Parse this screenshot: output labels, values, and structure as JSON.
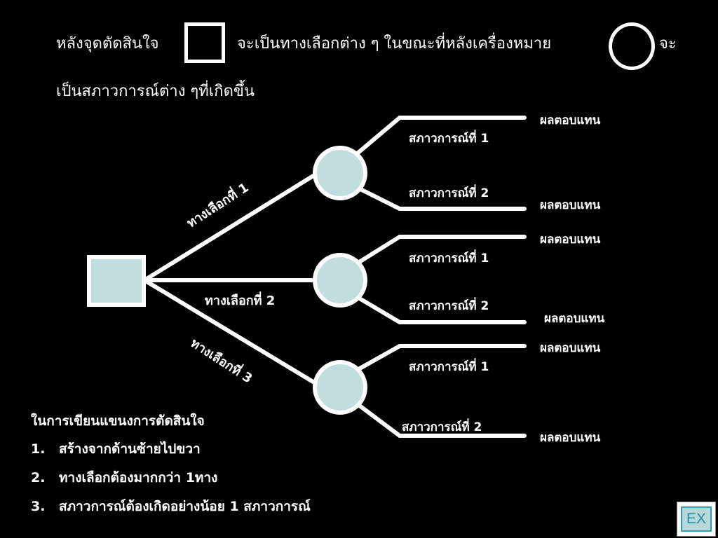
{
  "intro": {
    "part1": "หลังจุดตัดสินใจ",
    "part2": "จะเป็นทางเลือกต่าง ๆ ในขณะที่หลังเครื่องหมาย",
    "part3": "จะ",
    "line2": "เป็นสภาวการณ์ต่าง ๆที่เกิดขึ้น"
  },
  "tree": {
    "alternatives": [
      {
        "label": "ทางเลือกที่ 1",
        "states": [
          {
            "state": "สภาวการณ์ที่ 1",
            "payoff": "ผลตอบแทน"
          },
          {
            "state": "สภาวการณ์ที่ 2",
            "payoff": "ผลตอบแทน"
          }
        ]
      },
      {
        "label": "ทางเลือกที่ 2",
        "states": [
          {
            "state": "สภาวการณ์ที่ 1",
            "payoff": "ผลตอบแทน"
          },
          {
            "state": "สภาวการณ์ที่ 2",
            "payoff": "ผลตอบแทน"
          }
        ]
      },
      {
        "label": "ทางเลือกที่ 3",
        "states": [
          {
            "state": "สภาวการณ์ที่ 1",
            "payoff": "ผลตอบแทน"
          },
          {
            "state": "สภาวการณ์ที่ 2",
            "payoff": "ผลตอบแทน"
          }
        ]
      }
    ]
  },
  "notes": {
    "heading": "ในการเขียนแขนงการตัดสินใจ",
    "items": [
      {
        "num": "1.",
        "text": "สร้างจากด้านซ้ายไปขวา"
      },
      {
        "num": "2.",
        "text": "ทางเลือกต้องมากกว่า 1ทาง"
      },
      {
        "num": "3.",
        "text": "สภาวการณ์ต้องเกิดอย่างน้อย 1 สภาวการณ์"
      }
    ]
  },
  "ex_button": {
    "label": "EX"
  },
  "colors": {
    "background": "#000000",
    "node_fill": "#c1dde0",
    "line": "#ffffff",
    "text": "#ffffff",
    "ex_accent": "#1f8fa3"
  }
}
